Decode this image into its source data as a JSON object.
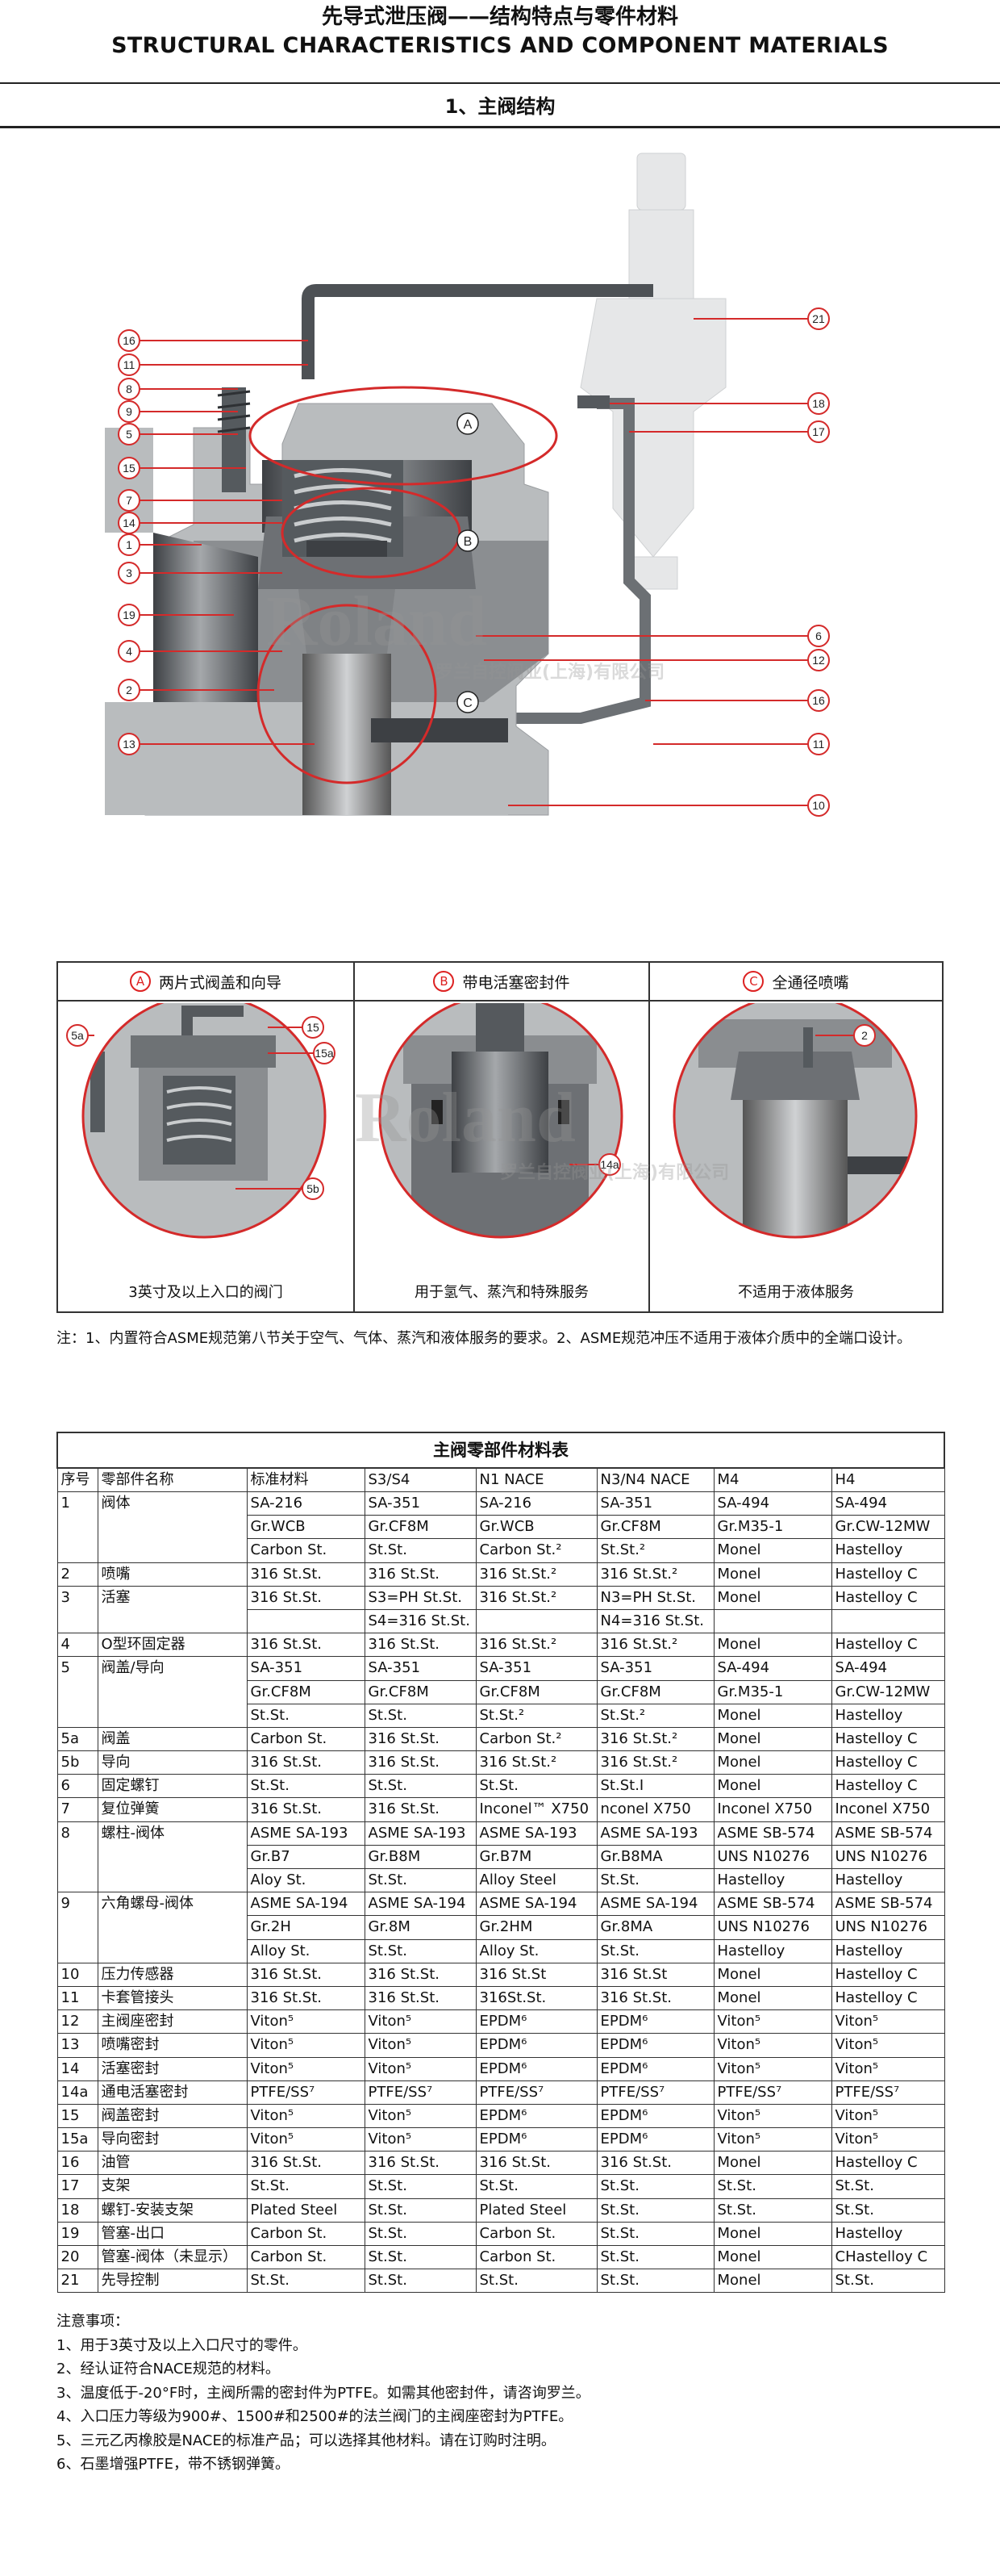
{
  "header": {
    "title_cn": "先导式泄压阀——结构特点与零件材料",
    "title_en": "STRUCTURAL CHARACTERISTICS AND COMPONENT MATERIALS"
  },
  "section1_title": "1、主阀结构",
  "watermark": {
    "brand": "Roland",
    "company": "罗兰自控阀业(上海)有限公司"
  },
  "main_diagram": {
    "left_callouts": [
      "16",
      "11",
      "8",
      "9",
      "5",
      "15",
      "7",
      "14",
      "1",
      "3",
      "19",
      "4",
      "2",
      "13"
    ],
    "right_callouts": [
      "21",
      "18",
      "17",
      "6",
      "12",
      "16",
      "11",
      "10"
    ],
    "zones": [
      "A",
      "B",
      "C"
    ]
  },
  "details": [
    {
      "letter": "A",
      "title": "两片式阀盖和向导",
      "caption": "3英寸及以上入口的阀门",
      "callouts": [
        "5a",
        "15",
        "15a",
        "5b"
      ]
    },
    {
      "letter": "B",
      "title": "带电活塞密封件",
      "caption": "用于氢气、蒸汽和特殊服务",
      "callouts": [
        "14a"
      ]
    },
    {
      "letter": "C",
      "title": "全通径喷嘴",
      "caption": "不适用于液体服务",
      "callouts": [
        "2"
      ]
    }
  ],
  "note1": "注：1、内置符合ASME规范第八节关于空气、气体、蒸汽和液体服务的要求。2、ASME规范冲压不适用于液体介质中的全端口设计。",
  "materials_table": {
    "caption": "主阀零部件材料表",
    "headers": [
      "序号",
      "零部件名称",
      "标准材料",
      "S3/S4",
      "N1 NACE",
      "N3/N4 NACE",
      "M4",
      "H4"
    ],
    "rows": [
      {
        "no": "1",
        "part": "阀体",
        "values": [
          [
            "SA-216",
            "SA-351",
            "SA-216",
            "SA-351",
            "SA-494",
            "SA-494"
          ],
          [
            "Gr.WCB",
            "Gr.CF8M",
            "Gr.WCB",
            "Gr.CF8M",
            "Gr.M35-1",
            "Gr.CW-12MW"
          ],
          [
            "Carbon St.",
            "St.St.",
            "Carbon St.²",
            "St.St.²",
            "Monel",
            "Hastelloy"
          ]
        ]
      },
      {
        "no": "2",
        "part": "喷嘴",
        "values": [
          [
            "316 St.St.",
            "316 St.St.",
            "316 St.St.²",
            "316 St.St.²",
            "Monel",
            "Hastelloy C"
          ]
        ]
      },
      {
        "no": "3",
        "part": "活塞",
        "values": [
          [
            "316 St.St.",
            "S3=PH St.St.",
            "316 St.St.²",
            "N3=PH St.St.",
            "Monel",
            "Hastelloy C"
          ],
          [
            "",
            "S4=316 St.St.",
            "",
            "N4=316 St.St.",
            "",
            ""
          ]
        ]
      },
      {
        "no": "4",
        "part": "O型环固定器",
        "values": [
          [
            "316 St.St.",
            "316 St.St.",
            "316 St.St.²",
            "316 St.St.²",
            "Monel",
            "Hastelloy C"
          ]
        ]
      },
      {
        "no": "5",
        "part": "阀盖/导向",
        "values": [
          [
            "SA-351",
            "SA-351",
            "SA-351",
            "SA-351",
            "SA-494",
            "SA-494"
          ],
          [
            "Gr.CF8M",
            "Gr.CF8M",
            "Gr.CF8M",
            "Gr.CF8M",
            "Gr.M35-1",
            "Gr.CW-12MW"
          ],
          [
            "St.St.",
            "St.St.",
            "St.St.²",
            "St.St.²",
            "Monel",
            "Hastelloy"
          ]
        ]
      },
      {
        "no": "5a",
        "part": "阀盖",
        "values": [
          [
            "Carbon St.",
            "316 St.St.",
            "Carbon St.²",
            "316 St.St.²",
            "Monel",
            "Hastelloy C"
          ]
        ]
      },
      {
        "no": "5b",
        "part": "导向",
        "values": [
          [
            "316 St.St.",
            "316 St.St.",
            "316 St.St.²",
            "316 St.St.²",
            "Monel",
            "Hastelloy C"
          ]
        ]
      },
      {
        "no": "6",
        "part": "固定螺钉",
        "values": [
          [
            "St.St.",
            "St.St.",
            "St.St.",
            "St.St.I",
            "Monel",
            "Hastelloy C"
          ]
        ]
      },
      {
        "no": "7",
        "part": "复位弹簧",
        "values": [
          [
            "316 St.St.",
            "316 St.St.",
            "Inconel™ X750",
            "nconel X750",
            "Inconel X750",
            "Inconel X750"
          ]
        ]
      },
      {
        "no": "8",
        "part": "螺柱-阀体",
        "values": [
          [
            "ASME SA-193",
            "ASME SA-193",
            "ASME SA-193",
            "ASME SA-193",
            "ASME SB-574",
            "ASME SB-574"
          ],
          [
            "Gr.B7",
            "Gr.B8M",
            "Gr.B7M",
            "Gr.B8MA",
            "UNS N10276",
            "UNS N10276"
          ],
          [
            "Aloy St.",
            "St.St.",
            "Alloy Steel",
            "St.St.",
            "Hastelloy",
            "Hastelloy"
          ]
        ]
      },
      {
        "no": "9",
        "part": "六角螺母-阀体",
        "values": [
          [
            "ASME SA-194",
            "ASME SA-194",
            "ASME SA-194",
            "ASME SA-194",
            "ASME SB-574",
            "ASME SB-574"
          ],
          [
            "Gr.2H",
            "Gr.8M",
            "Gr.2HM",
            "Gr.8MA",
            "UNS N10276",
            "UNS N10276"
          ],
          [
            "Alloy St.",
            "St.St.",
            "Alloy St.",
            "St.St.",
            "Hastelloy",
            "Hastelloy"
          ]
        ]
      },
      {
        "no": "10",
        "part": "压力传感器",
        "values": [
          [
            "316 St.St.",
            "316 St.St.",
            "316 St.St",
            "316 St.St",
            "Monel",
            "Hastelloy C"
          ]
        ]
      },
      {
        "no": "11",
        "part": "卡套管接头",
        "values": [
          [
            "316 St.St.",
            "316 St.St.",
            "316St.St.",
            "316 St.St.",
            "Monel",
            "Hastelloy C"
          ]
        ]
      },
      {
        "no": "12",
        "part": "主阀座密封",
        "values": [
          [
            "Viton⁵",
            "Viton⁵",
            "EPDM⁶",
            "EPDM⁶",
            "Viton⁵",
            "Viton⁵"
          ]
        ]
      },
      {
        "no": "13",
        "part": "喷嘴密封",
        "values": [
          [
            "Viton⁵",
            "Viton⁵",
            "EPDM⁶",
            "EPDM⁶",
            "Viton⁵",
            "Viton⁵"
          ]
        ]
      },
      {
        "no": "14",
        "part": "活塞密封",
        "values": [
          [
            "Viton⁵",
            "Viton⁵",
            "EPDM⁶",
            "EPDM⁶",
            "Viton⁵",
            "Viton⁵"
          ]
        ]
      },
      {
        "no": "14a",
        "part": "通电活塞密封",
        "values": [
          [
            "PTFE/SS⁷",
            "PTFE/SS⁷",
            "PTFE/SS⁷",
            "PTFE/SS⁷",
            "PTFE/SS⁷",
            "PTFE/SS⁷"
          ]
        ]
      },
      {
        "no": "15",
        "part": "阀盖密封",
        "values": [
          [
            "Viton⁵",
            "Viton⁵",
            "EPDM⁶",
            "EPDM⁶",
            "Viton⁵",
            "Viton⁵"
          ]
        ]
      },
      {
        "no": "15a",
        "part": "导向密封",
        "values": [
          [
            "Viton⁵",
            "Viton⁵",
            "EPDM⁶",
            "EPDM⁶",
            "Viton⁵",
            "Viton⁵"
          ]
        ]
      },
      {
        "no": "16",
        "part": "油管",
        "values": [
          [
            "316 St.St.",
            "316 St.St.",
            "316 St.St.",
            "316 St.St.",
            "Monel",
            "Hastelloy C"
          ]
        ]
      },
      {
        "no": "17",
        "part": "支架",
        "values": [
          [
            "St.St.",
            "St.St.",
            "St.St.",
            "St.St.",
            "St.St.",
            "St.St."
          ]
        ]
      },
      {
        "no": "18",
        "part": "螺钉-安装支架",
        "values": [
          [
            "Plated Steel",
            "St.St.",
            "Plated Steel",
            "St.St.",
            "St.St.",
            "St.St."
          ]
        ]
      },
      {
        "no": "19",
        "part": "管塞-出口",
        "values": [
          [
            "Carbon St.",
            "St.St.",
            "Carbon St.",
            "St.St.",
            "Monel",
            "Hastelloy"
          ]
        ]
      },
      {
        "no": "20",
        "part": "管塞-阀体（未显示）",
        "values": [
          [
            "Carbon St.",
            "St.St.",
            "Carbon St.",
            "St.St.",
            "Monel",
            "CHastelloy C"
          ]
        ]
      },
      {
        "no": "21",
        "part": "先导控制",
        "values": [
          [
            "St.St.",
            "St.St.",
            "St.St.",
            "St.St.",
            "Monel",
            "St.St."
          ]
        ]
      }
    ]
  },
  "notes": {
    "title": "注意事项：",
    "items": [
      "1、用于3英寸及以上入口尺寸的零件。",
      "2、经认证符合NACE规范的材料。",
      "3、温度低于-20°F时，主阀所需的密封件为PTFE。如需其他密封件，请咨询罗兰。",
      "4、入口压力等级为900#、1500#和2500#的法兰阀门的主阀座密封为PTFE。",
      "5、三元乙丙橡胶是NACE的标准产品；可以选择其他材料。请在订购时注明。",
      "6、石墨增强PTFE，带不锈钢弹簧。"
    ]
  },
  "colors": {
    "body_gray": "#b9bcbe",
    "dark_gray": "#5a5e62",
    "callout_red": "#d42a2a",
    "pilot_light": "#e6e7e8"
  }
}
